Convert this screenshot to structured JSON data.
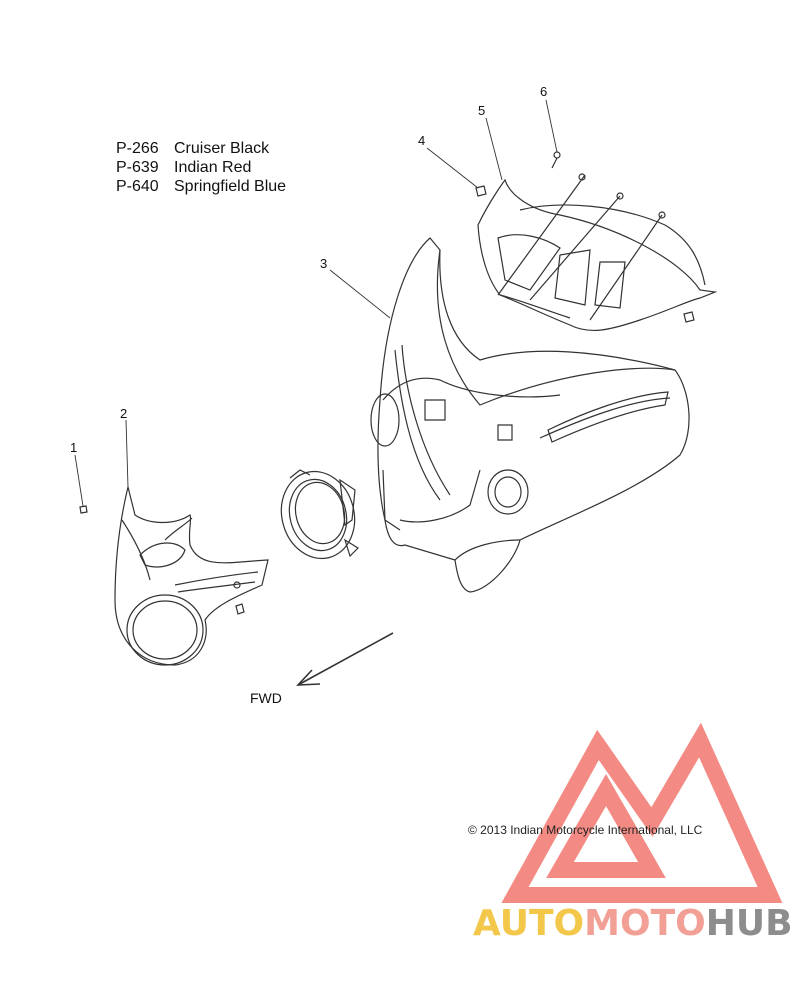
{
  "legend": [
    {
      "code": "P-266",
      "name": "Cruiser Black"
    },
    {
      "code": "P-639",
      "name": "Indian Red"
    },
    {
      "code": "P-640",
      "name": "Springfield Blue"
    }
  ],
  "callouts": [
    "1",
    "2",
    "3",
    "4",
    "5",
    "6"
  ],
  "direction_label": "FWD",
  "copyright": "© 2013 Indian Motorcycle International, LLC",
  "watermark": {
    "part1": "AUTO",
    "part2": "MOTO",
    "part3": "HUB"
  },
  "colors": {
    "line": "#333333",
    "watermark_red": "#f0645a",
    "watermark_yellow": "#f3c74a",
    "watermark_gray": "#8d8d8d"
  }
}
